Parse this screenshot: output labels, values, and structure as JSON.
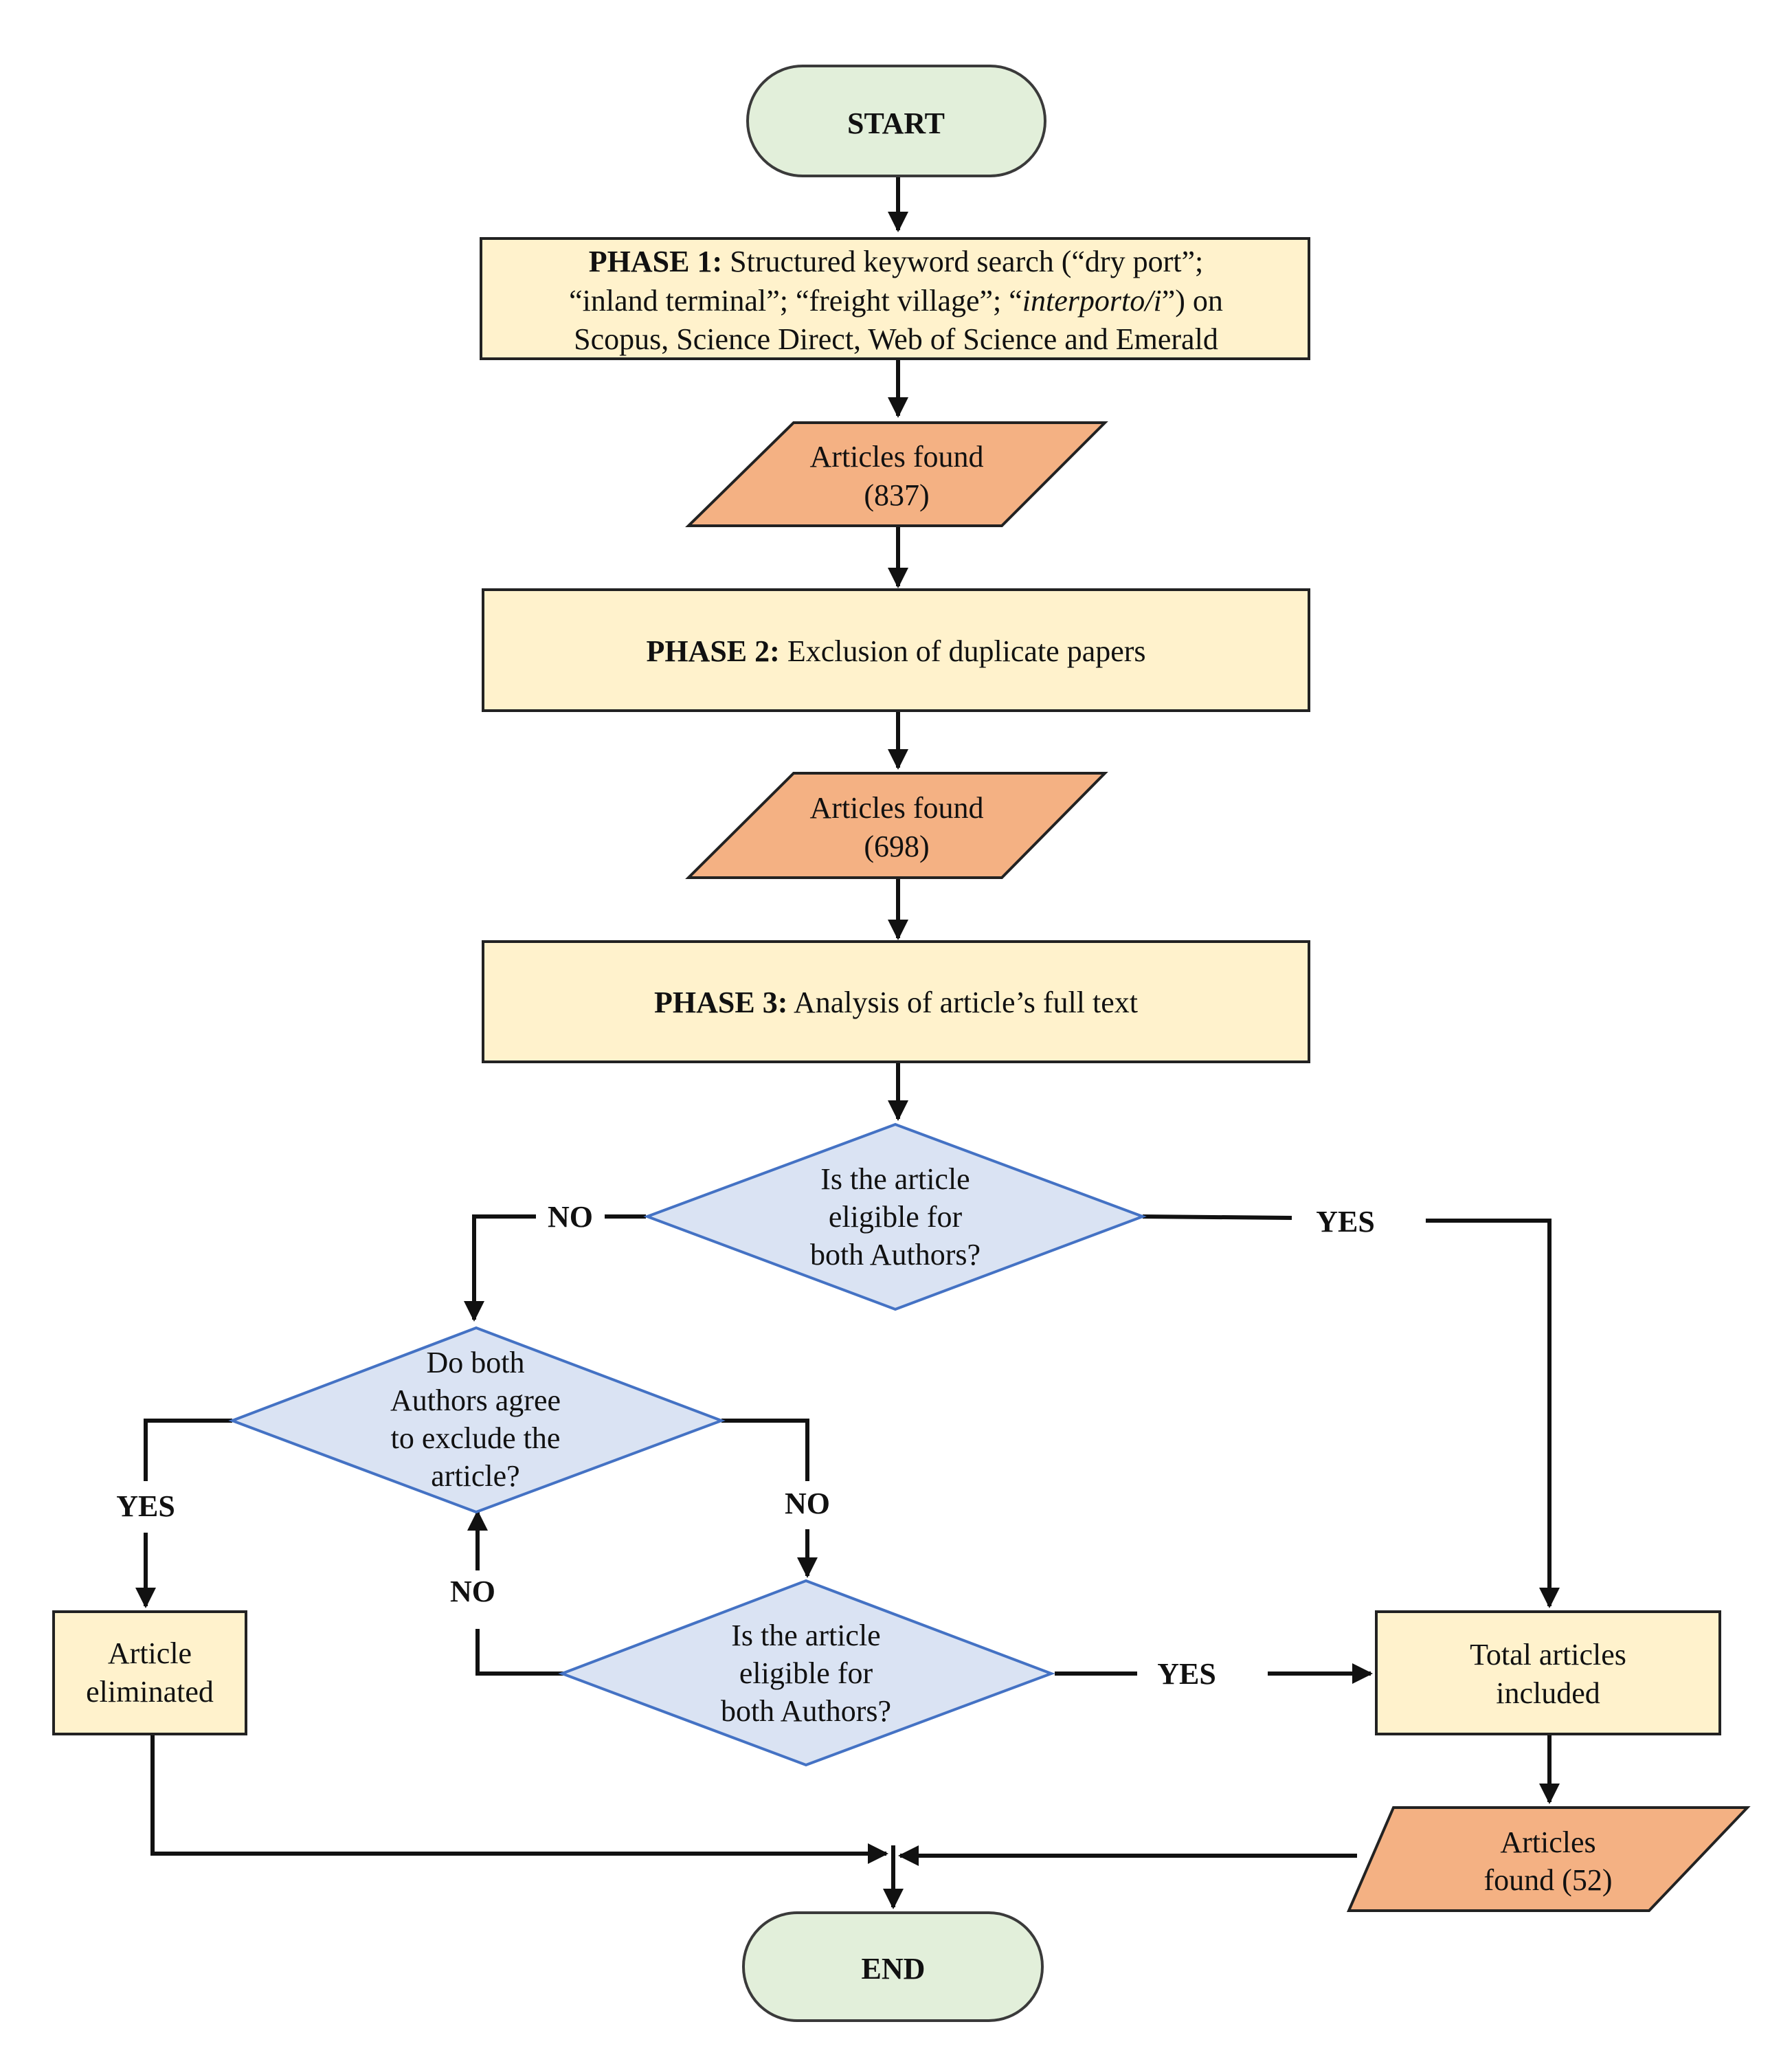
{
  "start": {
    "label": "START"
  },
  "end": {
    "label": "END"
  },
  "phase1": {
    "bold": "PHASE 1:",
    "line1": " Structured keyword search (“dry port”;",
    "line2_prefix": "“inland terminal”; “freight village”; “",
    "line2_italic": "interporto/i",
    "line2_suffix": "”) on",
    "line3": "Scopus, Science Direct, Web of Science and Emerald"
  },
  "found1": {
    "line1": "Articles found",
    "line2": "(837)"
  },
  "phase2": {
    "bold": "PHASE 2:",
    "text": " Exclusion of duplicate papers"
  },
  "found2": {
    "line1": "Articles found",
    "line2": "(698)"
  },
  "phase3": {
    "bold": "PHASE 3:",
    "text": " Analysis of article’s full text"
  },
  "decision1": {
    "line1": "Is the article",
    "line2": "eligible for",
    "line3": "both Authors?"
  },
  "decision2": {
    "line1": "Do both",
    "line2": "Authors agree",
    "line3": "to exclude the",
    "line4": "article?"
  },
  "decision3": {
    "line1": "Is the article",
    "line2": "eligible for",
    "line3": "both Authors?"
  },
  "eliminated": {
    "line1": "Article",
    "line2": "eliminated"
  },
  "included": {
    "line1": "Total articles",
    "line2": "included"
  },
  "found3": {
    "line1": "Articles",
    "line2": "found (52)"
  },
  "labels": {
    "no_d1": "NO",
    "yes_d1": "YES",
    "yes_d2": "YES",
    "no_d2": "NO",
    "no_d3": "NO",
    "yes_d3": "YES"
  },
  "colors": {
    "terminal": "#e2efda",
    "process": "#fff2cc",
    "io": "#f4b183",
    "decision": "#dae3f3",
    "decision_border": "#4472c4"
  }
}
